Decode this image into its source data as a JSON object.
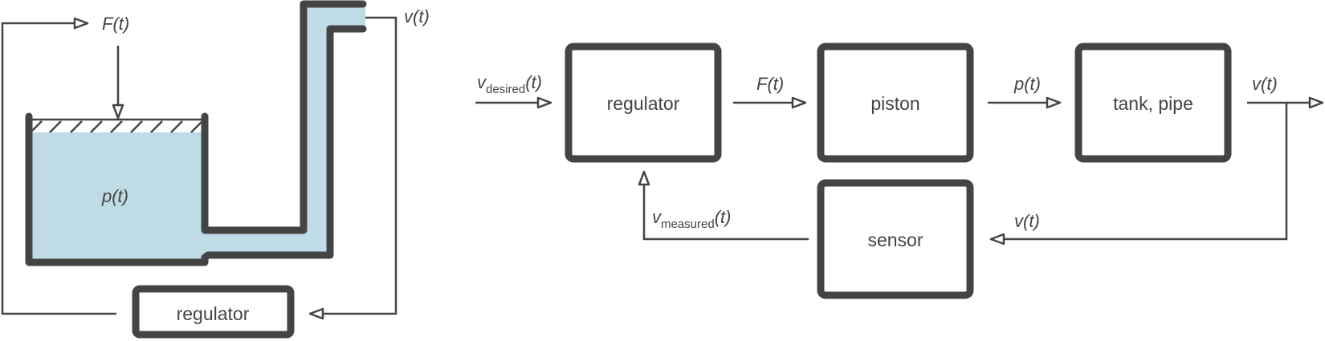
{
  "colors": {
    "ink": "#444444",
    "fluid": "#bfdbe5",
    "background": "#ffffff"
  },
  "physical": {
    "force_label": "F(t)",
    "pressure_label": "p(t)",
    "velocity_label": "v(t)",
    "regulator_label": "regulator"
  },
  "block_diagram": {
    "input": {
      "var": "v",
      "sub": "desired",
      "arg": "(t)"
    },
    "blocks": {
      "regulator": "regulator",
      "piston": "piston",
      "tank_pipe": "tank, pipe",
      "sensor": "sensor"
    },
    "signals": {
      "force": "F(t)",
      "pressure": "p(t)",
      "velocity_out": "v(t)",
      "velocity_feedback": "v(t)",
      "measured": {
        "var": "v",
        "sub": "measured",
        "arg": "(t)"
      }
    }
  }
}
